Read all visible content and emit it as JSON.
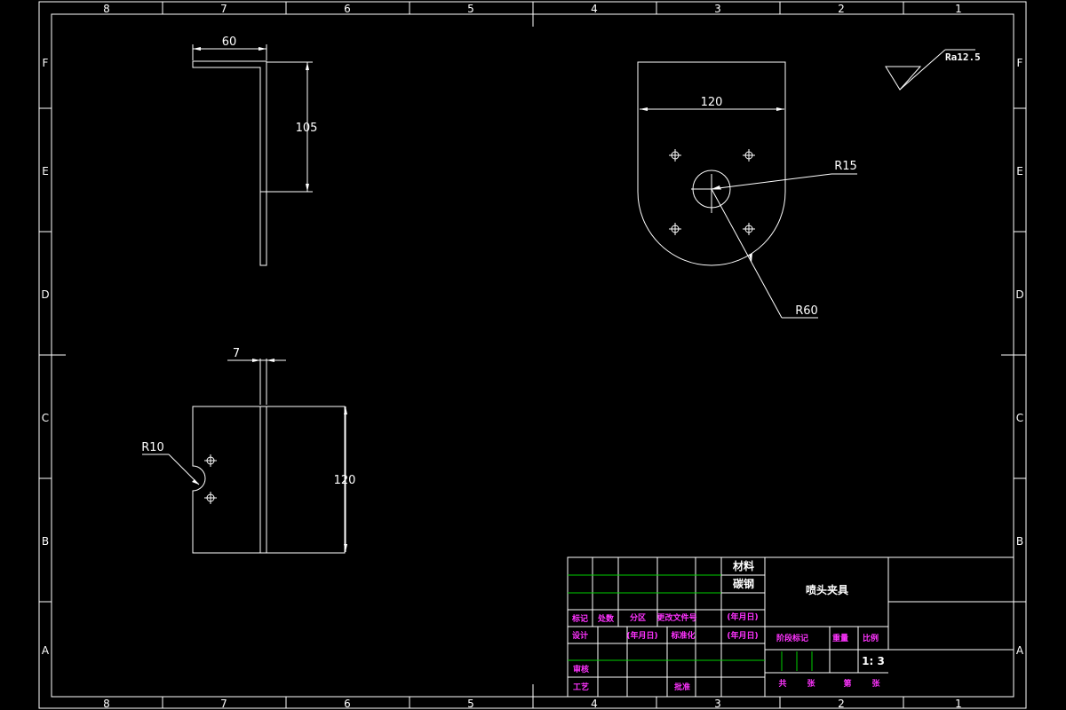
{
  "border": {
    "cols": [
      "8",
      "7",
      "6",
      "5",
      "4",
      "3",
      "2",
      "1"
    ],
    "rows": [
      "F",
      "E",
      "D",
      "C",
      "B",
      "A"
    ]
  },
  "views": {
    "side_top": {
      "dim_width": "60",
      "dim_height": "105"
    },
    "plate": {
      "dim_width": "120",
      "dim_hole_radius": "R15",
      "dim_arc_radius": "R60"
    },
    "side_bottom": {
      "dim_thickness": "7",
      "dim_notch_radius": "R10",
      "dim_height": "120"
    }
  },
  "roughness": "Ra12.5",
  "title_block": {
    "material_label": "材料",
    "material_value": "碳钢",
    "drawing_name": "喷头夹具",
    "row1": [
      "标记",
      "处数",
      "分区",
      "更改文件号",
      "(年月日)"
    ],
    "row2": [
      "设计",
      "(年月日)",
      "标准化",
      "(年月日)"
    ],
    "stage_label": "阶段标记",
    "weight_label": "重量",
    "scale_label": "比例",
    "scale_value": "1: 3",
    "review_label": "审核",
    "process_label": "工艺",
    "approve_label": "批准",
    "sheet_total": "共",
    "sheet_unit1": "张",
    "sheet_no": "第",
    "sheet_unit2": "张"
  }
}
